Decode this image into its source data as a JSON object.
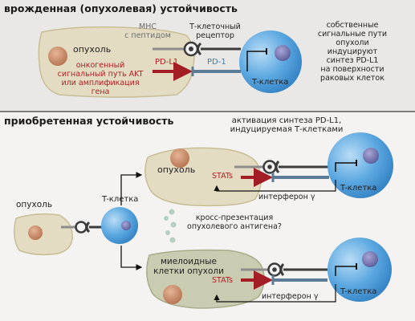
{
  "innate": {
    "title": "врожденная (опухолевая) устойчивость",
    "tumor_label": "опухоль",
    "oncogenic_text": [
      "онкогенный",
      "сигнальный путь AKT",
      "или амплификация",
      "гена"
    ],
    "mhc_text": [
      "MHC",
      "с пептидом"
    ],
    "tcr_text": [
      "Т-клеточный",
      "рецептор"
    ],
    "pdl1_label": "PD-L1",
    "pd1_label": "PD-1",
    "tcell_label": "T-клетка",
    "note_text": [
      "собственные",
      "сигнальные пути",
      "опухоли",
      "индуцируют",
      "синтез PD-L1",
      "на поверхности",
      "раковых клеток"
    ]
  },
  "acquired": {
    "title": "приобретенная устойчивость",
    "activation_text": [
      "активация синтеза PD-L1,",
      "индуцируемая Т-клетками"
    ],
    "tumor_label_left": "опухоль",
    "tcell_label_mid": "T-клетка",
    "tumor_label_top": "опухоль",
    "stats_top": "STATs",
    "tcell_label_top": "T-клетка",
    "interferon_top": "интерферон γ",
    "cross_text": [
      "кросс-презентация",
      "опухолевого антигена?"
    ],
    "myeloid_text": [
      "миелоидные",
      "клетки опухоли"
    ],
    "stats_bottom": "STATs",
    "tcell_label_bottom": "T-клетка",
    "interferon_bottom": "интерферон γ"
  },
  "colors": {
    "tumor_fill": "#e3dcc2",
    "tumor_edge": "#c8bd95",
    "myeloid_fill": "#c9ccb1",
    "nucleus": "#c98e70",
    "tcell": "#3d8fd0",
    "tcell_nucleus": "#6a6aa8",
    "pdl1": "#a21d24",
    "pd1": "#5b7b96",
    "tcr": "#3b3b3b"
  }
}
